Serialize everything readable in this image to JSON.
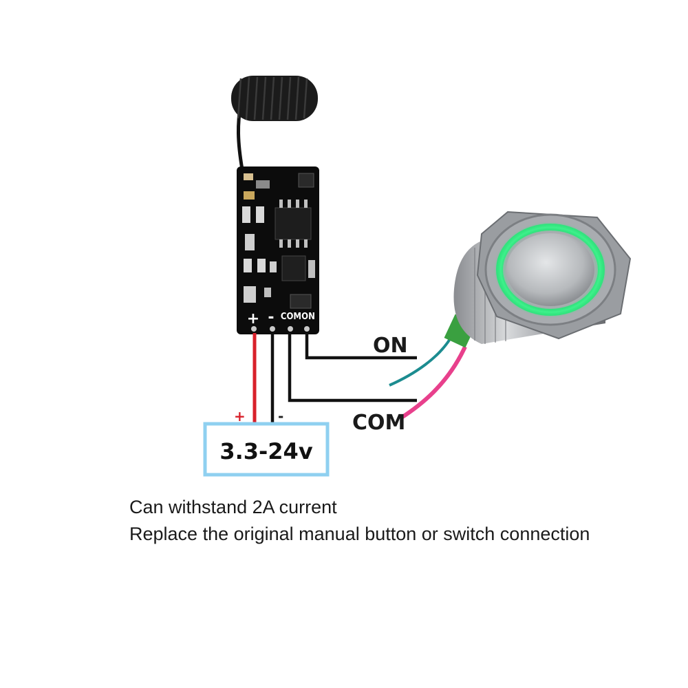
{
  "module": {
    "terminals": {
      "plus": "+",
      "minus": "-",
      "com": "COM",
      "on": "ON"
    }
  },
  "wires": {
    "on_label": "ON",
    "com_label": "COM",
    "plus_label": "+",
    "minus_label": "-"
  },
  "power_supply": {
    "voltage": "3.3-24v"
  },
  "captions": {
    "line1": "Can withstand 2A current",
    "line2": "Replace the original manual button or switch connection"
  },
  "colors": {
    "red_wire": "#d8202a",
    "black_wire": "#111111",
    "supply_border": "#8fd0f0",
    "led_ring": "#2ee07a",
    "teal_wire": "#1c8c90",
    "pink_wire": "#e8408c"
  }
}
